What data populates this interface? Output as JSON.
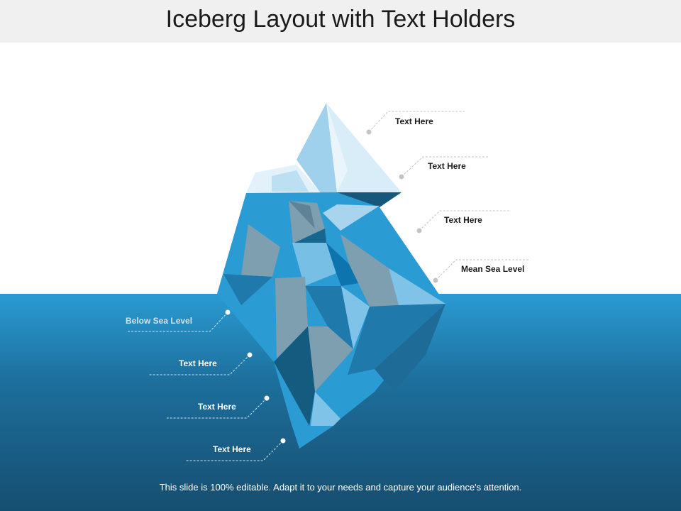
{
  "header": {
    "title": "Iceberg Layout with Text Holders"
  },
  "labels": {
    "above_1": "Text Here",
    "above_2": "Text Here",
    "above_3": "Text Here",
    "mean_sea_level": "Mean Sea Level",
    "below_sea_level": "Below Sea Level",
    "below_1": "Text Here",
    "below_2": "Text Here",
    "below_3": "Text Here"
  },
  "footer": {
    "text": "This slide is 100% editable. Adapt it to your needs and capture your audience's attention."
  },
  "colors": {
    "sea_top": "#2a9bd3",
    "sea_bottom": "#164e70",
    "ice_light": "#d7ecf8",
    "ice_mid": "#2a9bd3",
    "ice_dark": "#155a7f",
    "ice_grey": "#7e9fb0"
  }
}
